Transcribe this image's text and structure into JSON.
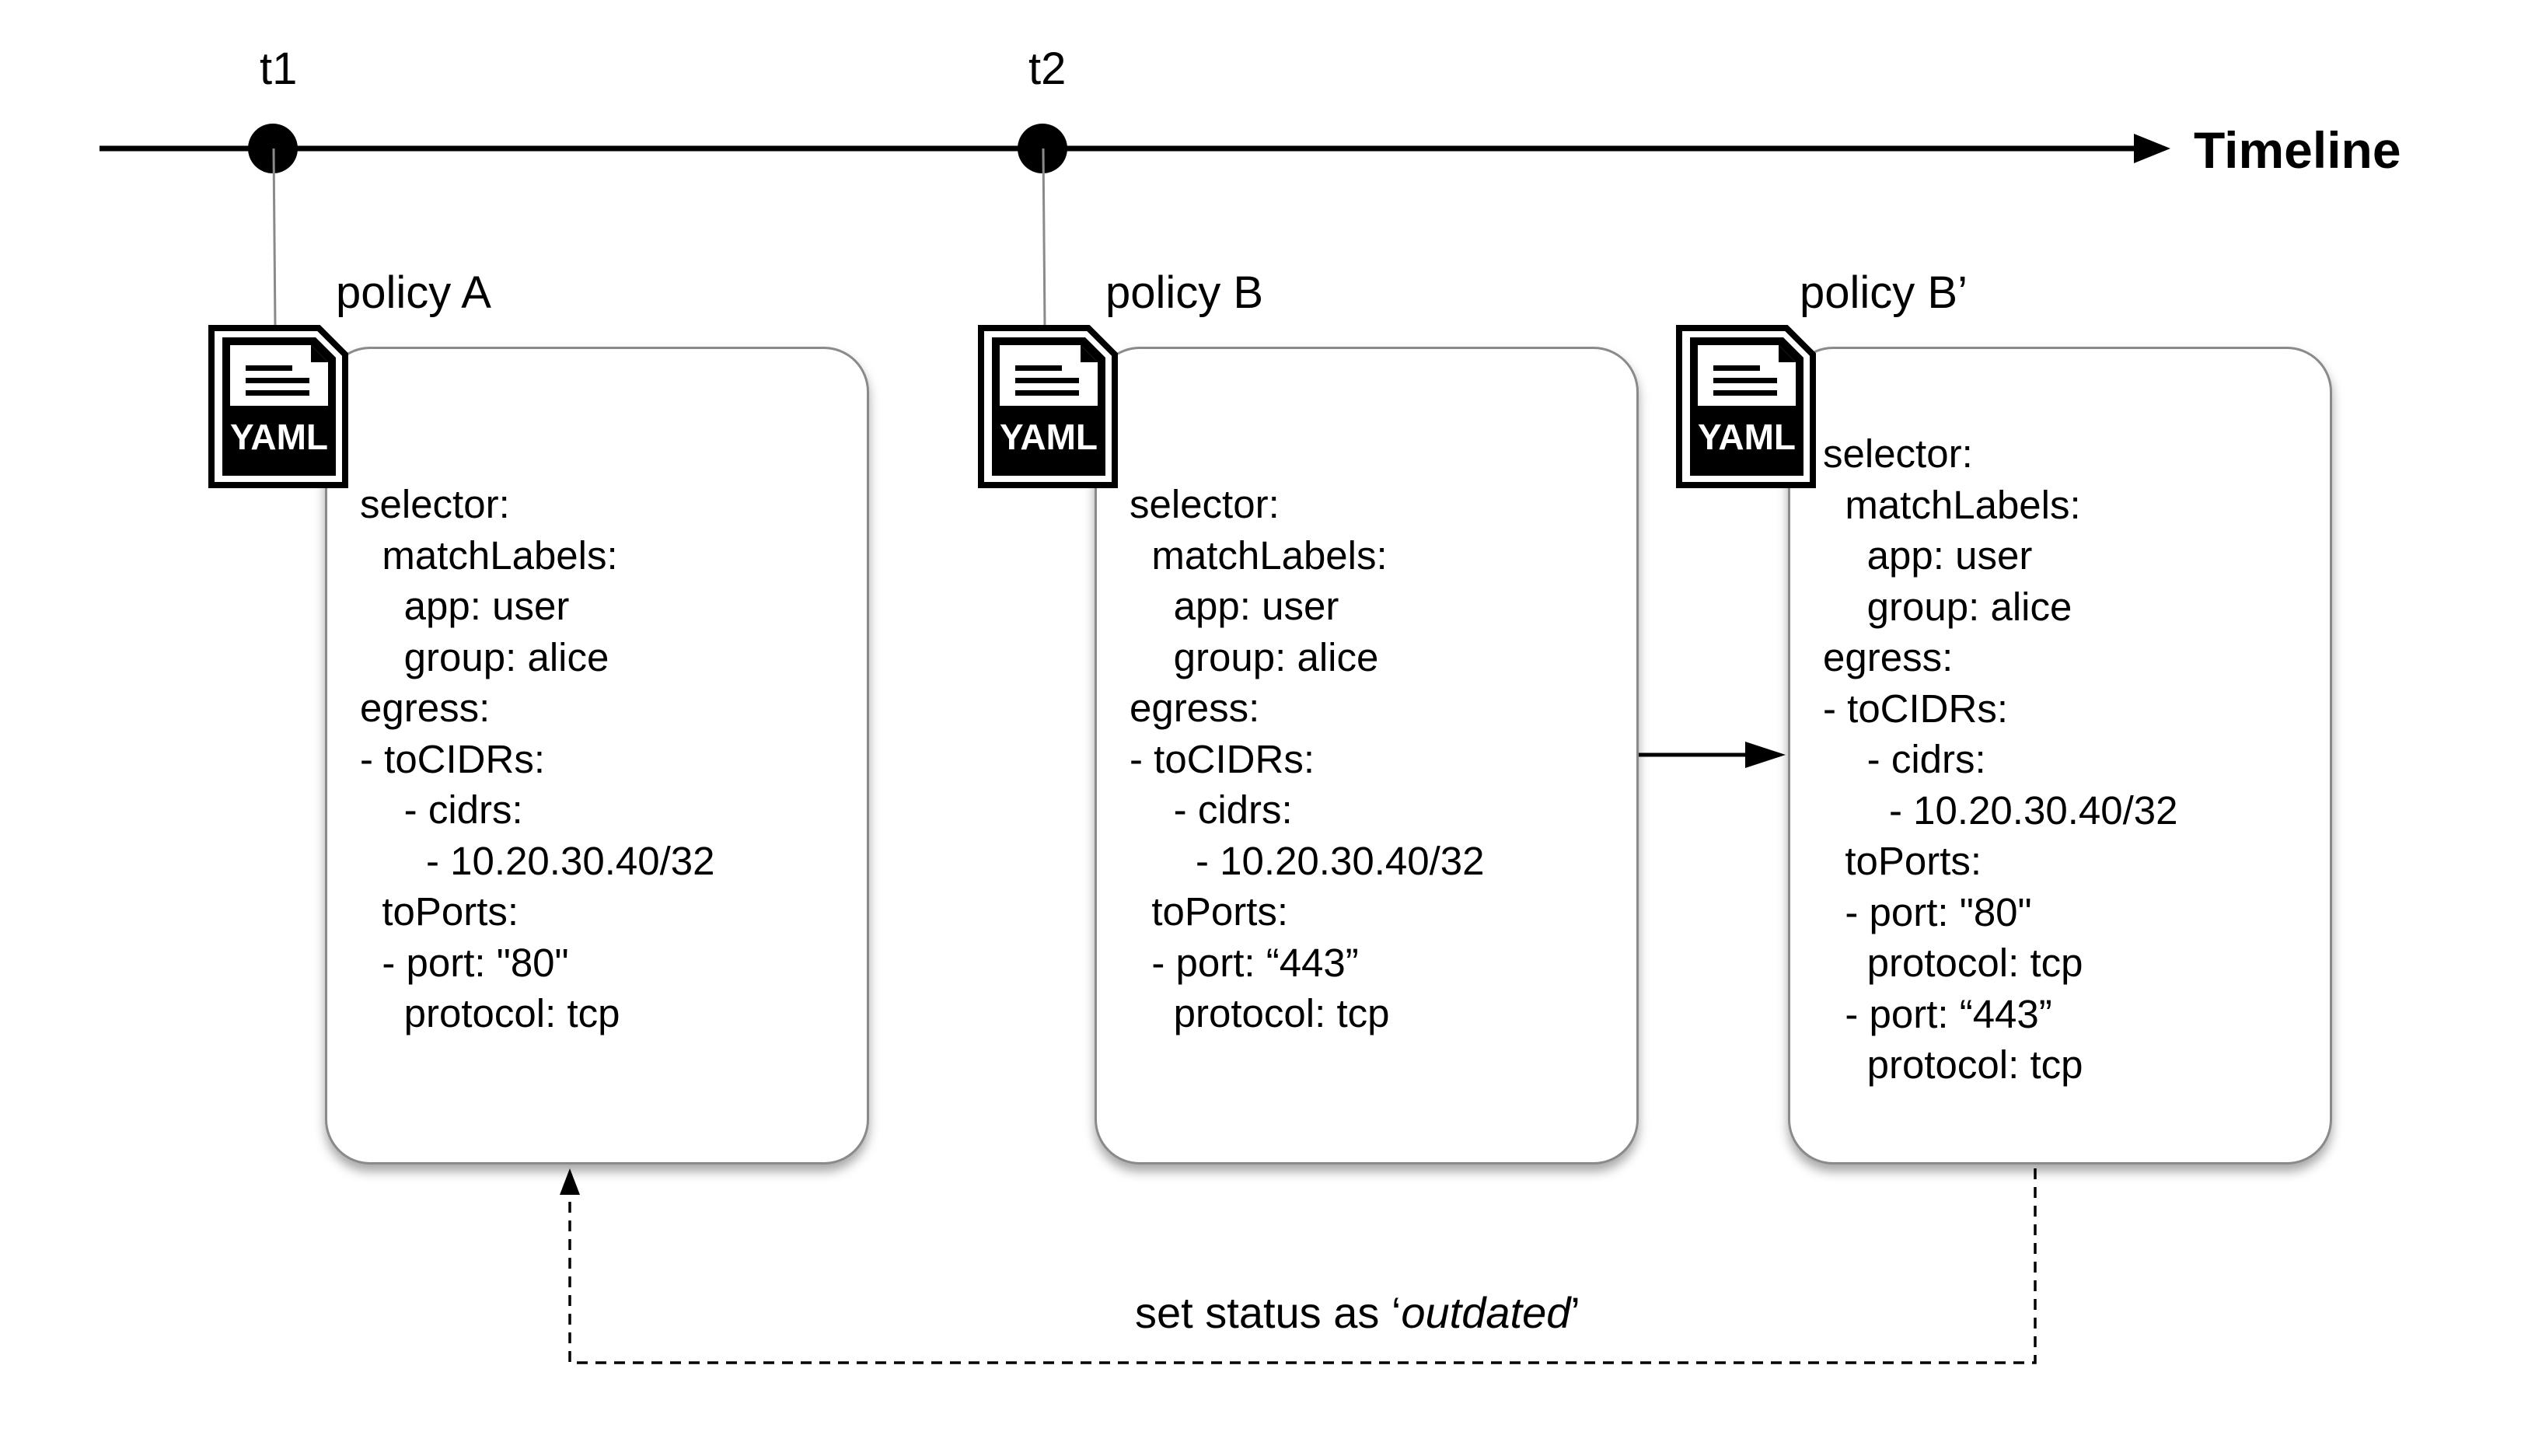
{
  "timeline": {
    "label": "Timeline",
    "points": [
      "t1",
      "t2"
    ]
  },
  "icon": {
    "name": "yaml-file-icon",
    "text": "YAML"
  },
  "policies": [
    {
      "title": "policy A",
      "lines": [
        "selector:",
        "  matchLabels:",
        "    app: user",
        "    group: alice",
        "egress:",
        "- toCIDRs:",
        "    - cidrs:",
        "      - 10.20.30.40/32",
        "  toPorts:",
        "  - port: \"80\"",
        "    protocol: tcp"
      ]
    },
    {
      "title": "policy B",
      "lines": [
        "selector:",
        "  matchLabels:",
        "    app: user",
        "    group: alice",
        "egress:",
        "- toCIDRs:",
        "    - cidrs:",
        "      - 10.20.30.40/32",
        "  toPorts:",
        "  - port: “443”",
        "    protocol: tcp"
      ]
    },
    {
      "title": "policy B’",
      "lines": [
        "selector:",
        "  matchLabels:",
        "    app: user",
        "    group: alice",
        "egress:",
        "- toCIDRs:",
        "    - cidrs:",
        "      - 10.20.30.40/32",
        "  toPorts:",
        "  - port: \"80\"",
        "    protocol: tcp",
        "  - port: “443”",
        "    protocol: tcp"
      ]
    }
  ],
  "feedback": {
    "prefix": "set status as ‘",
    "emphasis": "outdated",
    "suffix": "’"
  }
}
